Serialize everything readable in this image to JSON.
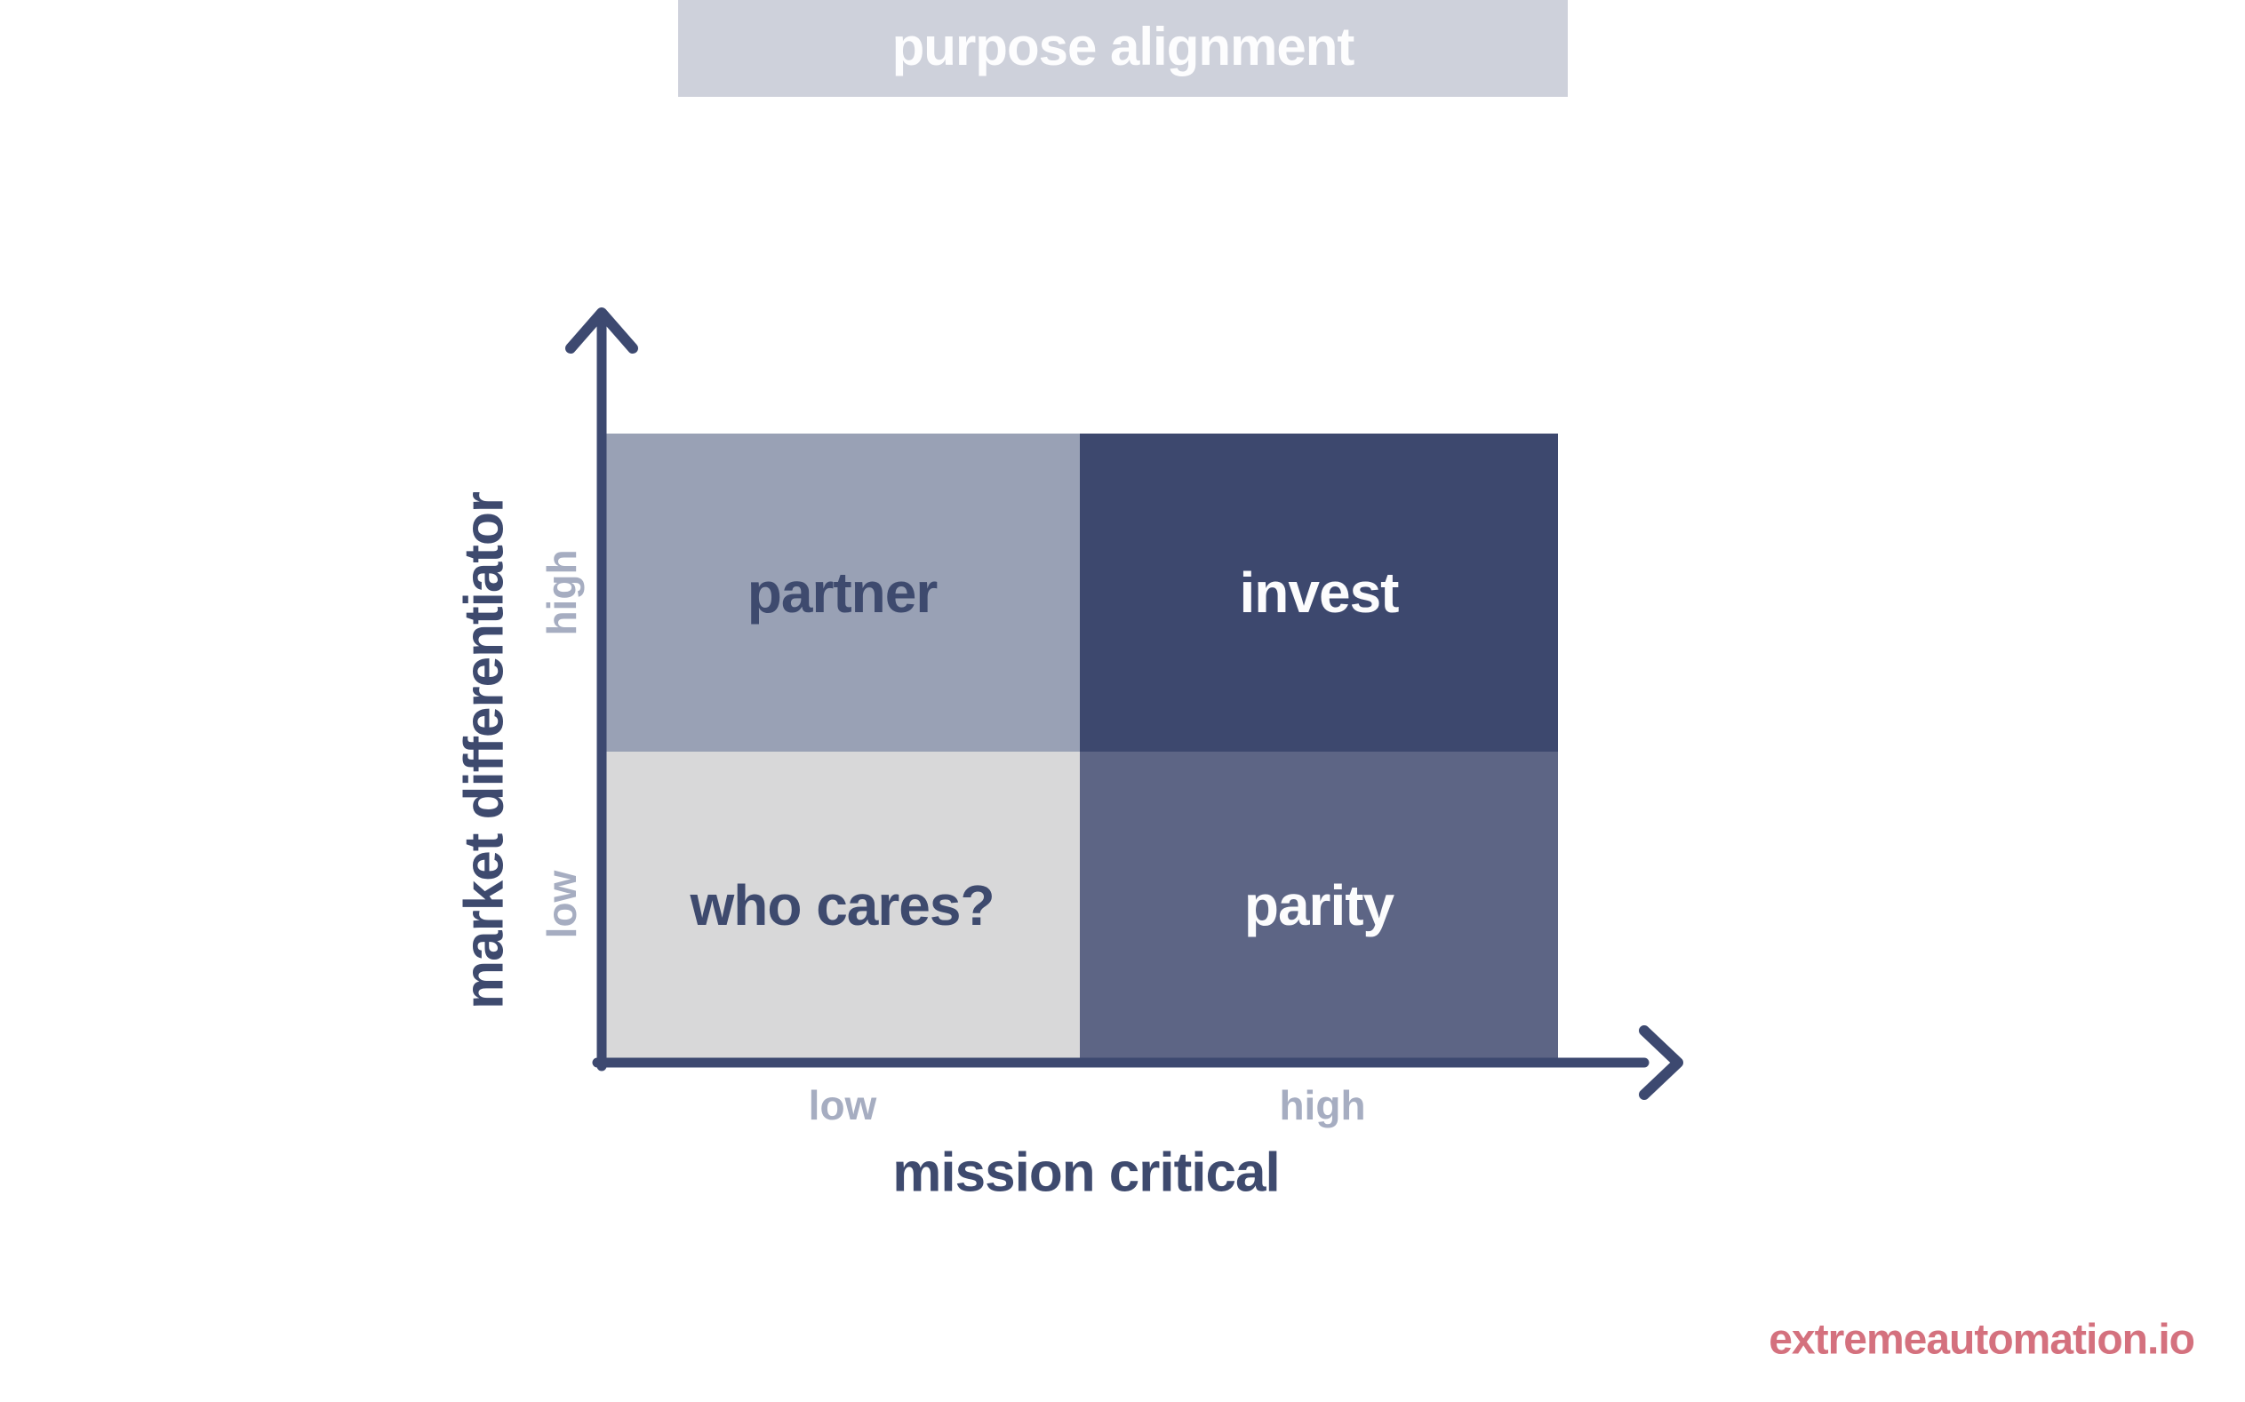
{
  "title": {
    "label": "purpose alignment"
  },
  "matrix": {
    "quadrants": [
      {
        "id": "partner",
        "label": "partner",
        "position": "top-left",
        "bg": "#99a1b5",
        "text_color": "#3e4a6e"
      },
      {
        "id": "invest",
        "label": "invest",
        "position": "top-right",
        "bg": "#3d486e",
        "text_color": "#fcfcfd"
      },
      {
        "id": "who-cares",
        "label": "who cares?",
        "position": "bottom-left",
        "bg": "#d8d8d9",
        "text_color": "#3e4a6e"
      },
      {
        "id": "parity",
        "label": "parity",
        "position": "bottom-right",
        "bg": "#5d6585",
        "text_color": "#fcfcfd"
      }
    ]
  },
  "axes": {
    "x": {
      "label": "mission critical",
      "ticks": {
        "low": "low",
        "high": "high"
      }
    },
    "y": {
      "label": "market differentiator",
      "ticks": {
        "low": "low",
        "high": "high"
      }
    }
  },
  "watermark": {
    "label": "extremeautomation.io",
    "color": "#d4717e"
  },
  "colors": {
    "background": "#ffffff",
    "banner_bg": "#ced1db",
    "banner_text": "#fdfdfe",
    "axis_line": "#3d4970",
    "navy_text": "#3e4a6e",
    "tick_text": "#a6adc1",
    "quadrant_top_left": "#99a1b5",
    "quadrant_top_right": "#3d486e",
    "quadrant_bottom_left": "#d8d8d9",
    "quadrant_bottom_right": "#5d6585",
    "watermark": "#d4717e"
  }
}
